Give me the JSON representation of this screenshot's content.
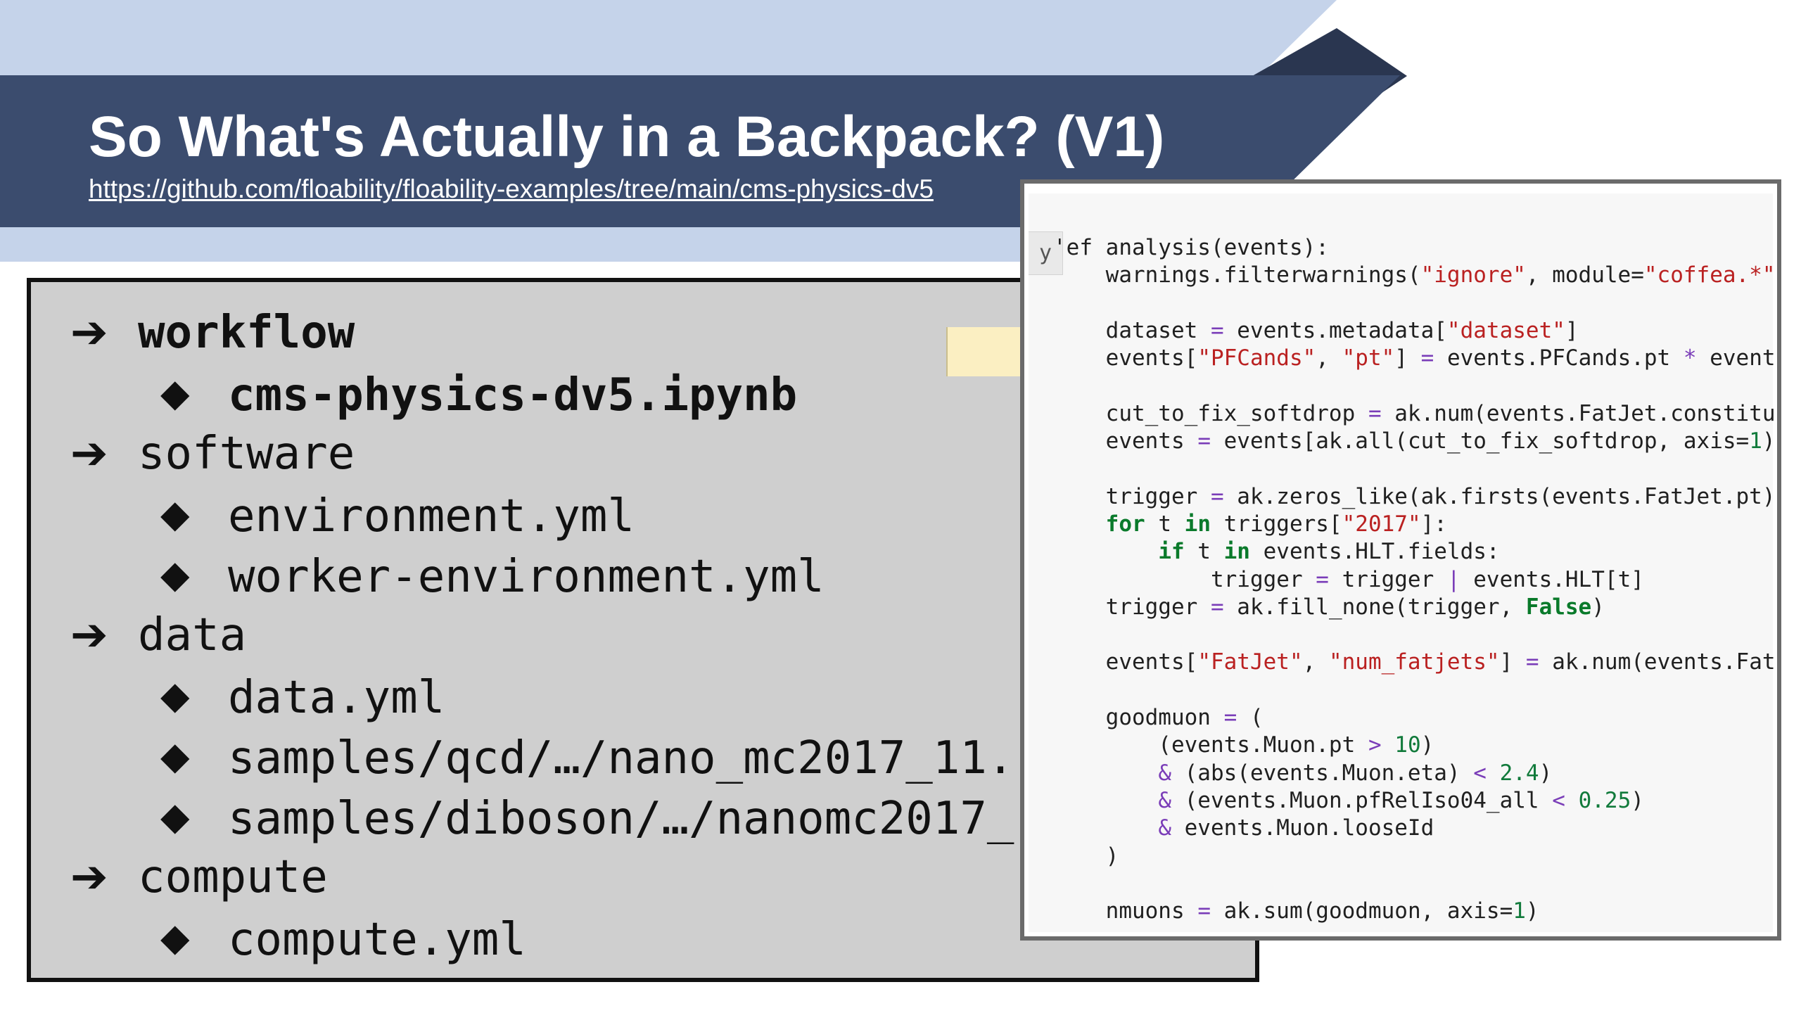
{
  "slide": {
    "title": "So What's Actually in a Backpack? (V1)",
    "link": "https://github.com/floability/floability-examples/tree/main/cms-physics-dv5"
  },
  "tree": {
    "arrow_glyph": "➔",
    "diamond_glyph": "◆",
    "items": [
      {
        "level": 1,
        "label": "workflow",
        "bold": true
      },
      {
        "level": 2,
        "label": "cms-physics-dv5.ipynb",
        "bold": true
      },
      {
        "level": 1,
        "label": "software",
        "bold": false
      },
      {
        "level": 2,
        "label": "environment.yml",
        "bold": false
      },
      {
        "level": 2,
        "label": "worker-environment.yml",
        "bold": false
      },
      {
        "level": 1,
        "label": "data",
        "bold": false
      },
      {
        "level": 2,
        "label": "data.yml",
        "bold": false
      },
      {
        "level": 2,
        "label": "samples/qcd/…/nano_mc2017_11.",
        "bold": false
      },
      {
        "level": 2,
        "label": "samples/diboson/…/nanomc2017_",
        "bold": false
      },
      {
        "level": 1,
        "label": "compute",
        "bold": false
      },
      {
        "level": 2,
        "label": "compute.yml",
        "bold": false
      }
    ]
  },
  "code_panel": {
    "gutter_label": "y",
    "lines": [
      "'ef analysis(events):",
      "    warnings.filterwarnings(\"ignore\", module=\"coffea.*\"",
      "",
      "    dataset = events.metadata[\"dataset\"]",
      "    events[\"PFCands\", \"pt\"] = events.PFCands.pt * event",
      "",
      "    cut_to_fix_softdrop = ak.num(events.FatJet.constitu",
      "    events = events[ak.all(cut_to_fix_softdrop, axis=1)",
      "",
      "    trigger = ak.zeros_like(ak.firsts(events.FatJet.pt)",
      "    for t in triggers[\"2017\"]:",
      "        if t in events.HLT.fields:",
      "            trigger = trigger | events.HLT[t]",
      "    trigger = ak.fill_none(trigger, False)",
      "",
      "    events[\"FatJet\", \"num_fatjets\"] = ak.num(events.Fat",
      "",
      "    goodmuon = (",
      "        (events.Muon.pt > 10)",
      "        & (abs(events.Muon.eta) < 2.4)",
      "        & (events.Muon.pfRelIso04_all < 0.25)",
      "        & events.Muon.looseId",
      "    )",
      "",
      "    nmuons = ak.sum(goodmuon, axis=1)"
    ]
  }
}
